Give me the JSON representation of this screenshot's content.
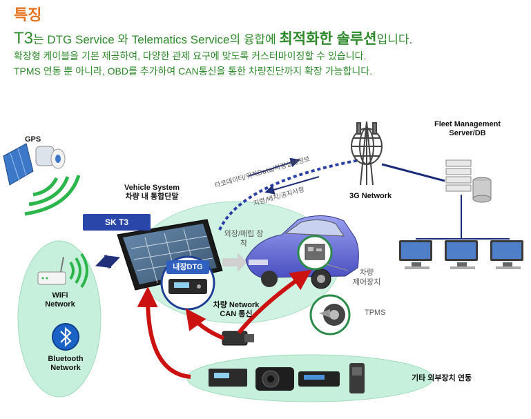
{
  "heading": "특징",
  "intro": {
    "line1": {
      "t3": "T3",
      "part1": "는 DTG Service 와 Telematics Service의 융합에 ",
      "emph": "최적화한 솔루션",
      "part2": "입니다."
    },
    "line2": "확장형 케이블을 기본 제공하여, 다양한 관제 요구에 맞도록 커스터마이징할 수 있습니다.",
    "line3": "TPMS 연동 뿐 아니라, OBD를 추가하여 CAN통신을 통한 차량진단까지 확장 가능합니다."
  },
  "labels": {
    "gps": "GPS",
    "vehicle_system_1": "Vehicle System",
    "vehicle_system_2": "차량 내 통합단말",
    "sk_t3": "SK T3",
    "dtg": "내장DTG",
    "mount": "외장/매립 장착",
    "wifi_1": "WiFi",
    "wifi_2": "Network",
    "bluetooth_1": "Bluetooth",
    "bluetooth_2": "Network",
    "can_1": "차량 Network",
    "can_2": "CAN 통신",
    "control_1": "차량",
    "control_2": "제어장치",
    "tpms": "TPMS",
    "network_3g": "3G Network",
    "fleet_1": "Fleet Management",
    "fleet_2": "Server/DB",
    "uplink": "타코데이터/위치Data/차량상태정보",
    "downlink": "지령/배치/공지사항",
    "external": "기타 외부장치 연동"
  },
  "colors": {
    "heading": "#e8731e",
    "intro_text": "#2d8a2a",
    "badge": "#2947a8",
    "dashed_link": "#2a3fa8",
    "red_link": "#cc1111",
    "bubble": "#c7f0dc",
    "car": "#6a70d8",
    "server_line": "#1a2a7a"
  },
  "icons": [
    "satellite-icon",
    "wifi-router-icon",
    "bluetooth-icon",
    "tablet-icon",
    "dtg-device-icon",
    "car-icon",
    "control-unit-icon",
    "tire-icon",
    "obd-connector-icon",
    "cell-tower-icon",
    "server-icon",
    "pc-monitor-icon"
  ]
}
